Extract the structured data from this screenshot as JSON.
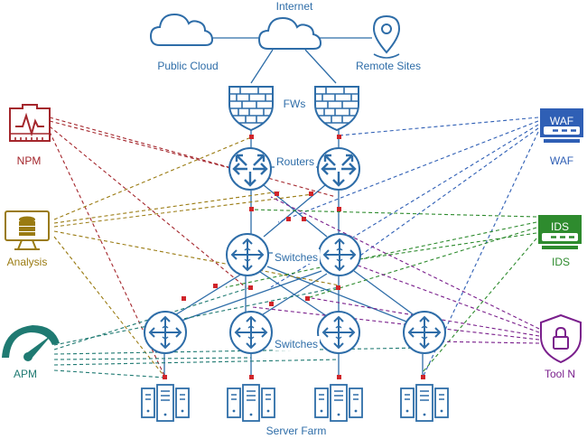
{
  "labels": {
    "internet": "Internet",
    "public_cloud": "Public Cloud",
    "remote_sites": "Remote Sites",
    "fws": "FWs",
    "routers": "Routers",
    "switches_core": "Switches",
    "switches_access": "Switches",
    "server_farm": "Server Farm"
  },
  "tools": {
    "npm": "NPM",
    "analysis": "Analysis",
    "apm": "APM",
    "waf": "WAF",
    "waf_badge": "WAF",
    "ids": "IDS",
    "ids_badge": "IDS",
    "tool_n": "Tool N"
  },
  "colors": {
    "network_blue": "#2E6DA8",
    "npm_red": "#A4262C",
    "analysis_gold": "#9A7B12",
    "apm_teal": "#1F7A72",
    "waf_blue": "#2F5FB5",
    "ids_green": "#2E8B2E",
    "tool_n_purple": "#7A1F8C",
    "tap_point_red": "#D0252A"
  },
  "icons": {
    "cloud": "cloud-icon",
    "location": "location-pin-icon",
    "firewall": "firewall-icon",
    "router": "router-icon",
    "switch": "switch-icon",
    "server": "server-rack-icon",
    "npm": "heartbeat-monitor-icon",
    "analysis": "database-monitor-icon",
    "apm": "gauge-icon",
    "waf": "appliance-icon",
    "ids": "appliance-icon",
    "tool_n": "shield-lock-icon"
  }
}
